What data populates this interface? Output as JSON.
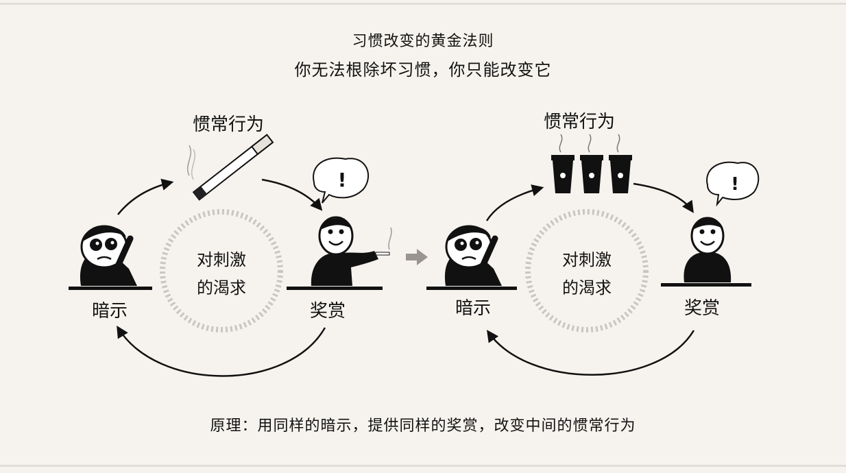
{
  "header": {
    "title": "习惯改变的黄金法则",
    "subtitle": "你无法根除坏习惯，你只能改变它"
  },
  "left_loop": {
    "routine_label": "惯常行为",
    "cue_label": "暗示",
    "reward_label": "奖赏",
    "craving_line1": "对刺激",
    "craving_line2": "的渴求",
    "routine_icon": "cigarette-icon",
    "cue_icon": "thinking-person-icon",
    "reward_icon": "smoking-person-icon",
    "reward_bubble_text": "!"
  },
  "right_loop": {
    "routine_label": "惯常行为",
    "cue_label": "暗示",
    "reward_label": "奖赏",
    "craving_line1": "对刺激",
    "craving_line2": "的渴求",
    "routine_icon": "coffee-cups-icon",
    "cue_icon": "thinking-person-icon",
    "reward_icon": "happy-person-icon",
    "reward_bubble_text": "!"
  },
  "footer": {
    "principle": "原理：用同样的暗示，提供同样的奖赏，改变中间的惯常行为"
  },
  "colors": {
    "background": "#f6f3ee",
    "ink": "#111111",
    "dashed_ring": "#c9c6c0",
    "transition_arrow": "#9a958f"
  }
}
